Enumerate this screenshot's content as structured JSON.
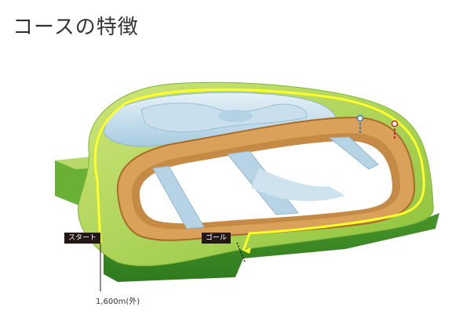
{
  "page": {
    "title": "コースの特徴"
  },
  "diagram": {
    "start_label": "スタート",
    "goal_label": "ゴール",
    "distance_label": "1,600m(外)",
    "colors": {
      "turf": "#9bc944",
      "turf_side": "#4e9a2a",
      "dirt": "#d9a15a",
      "dirt_side": "#a86b2a",
      "inner": "#d8e8f0",
      "route": "#ffff2a",
      "tag_bg": "#231815"
    }
  }
}
